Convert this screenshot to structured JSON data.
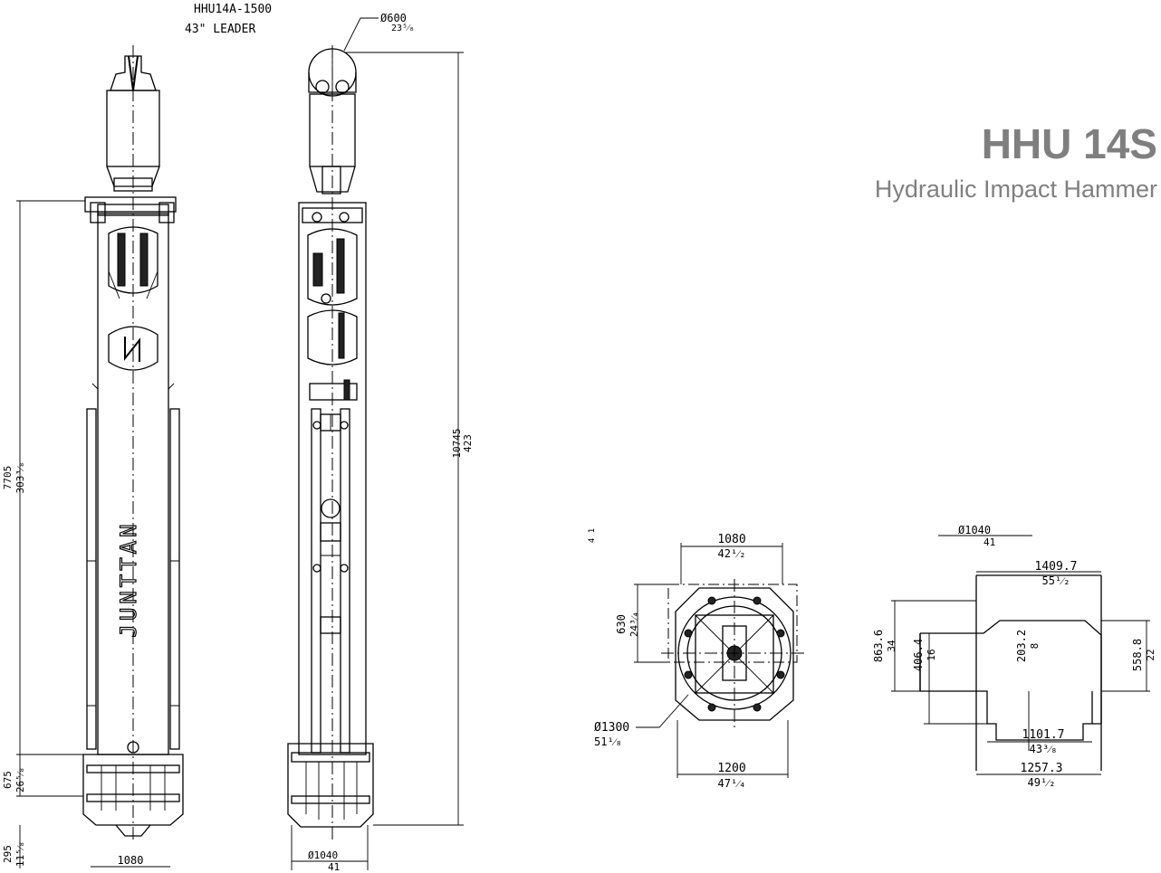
{
  "header": {
    "title": "HHU 14S",
    "subtitle": "Hydraulic Impact Hammer"
  },
  "drawing_labels": {
    "model_ref": "HHU14A-1500",
    "leader": "43\" LEADER"
  },
  "dimensions": {
    "height_7705": "7705",
    "height_7705_in": "303³⁄₈",
    "height_675": "675",
    "height_675_in": "26⁵⁄₈",
    "height_295": "295",
    "height_295_in": "11⁵⁄₈",
    "front_width": "1080",
    "total_height": "10745",
    "total_height_in": "423",
    "sheave_dia": "Ø600",
    "sheave_dia_in": "23⁵⁄₈",
    "side_width": "Ø1040",
    "side_width_in": "41",
    "plan_width": "1080",
    "plan_width_in": "42¹⁄₂",
    "plan_depth": "630",
    "plan_depth_in": "24³⁄₄",
    "plan_dia": "Ø1300",
    "plan_dia_in": "51¹⁄₈",
    "plan_base": "1200",
    "plan_base_in": "47¹⁄₄",
    "leader_dia": "Ø1040",
    "leader_dia_in": "41",
    "leader_w1": "1409.7",
    "leader_w1_in": "55¹⁄₂",
    "leader_h1": "863.6",
    "leader_h1_in": "34",
    "leader_h2": "406.4",
    "leader_h2_in": "16",
    "leader_h3": "203.2",
    "leader_h3_in": "8",
    "leader_h4": "558.8",
    "leader_h4_in": "22",
    "leader_w2": "1101.7",
    "leader_w2_in": "43³⁄₈",
    "leader_w3": "1257.3",
    "leader_w3_in": "49¹⁄₂",
    "small_mark": "4 1"
  },
  "logo_text": "JUNTTAN"
}
